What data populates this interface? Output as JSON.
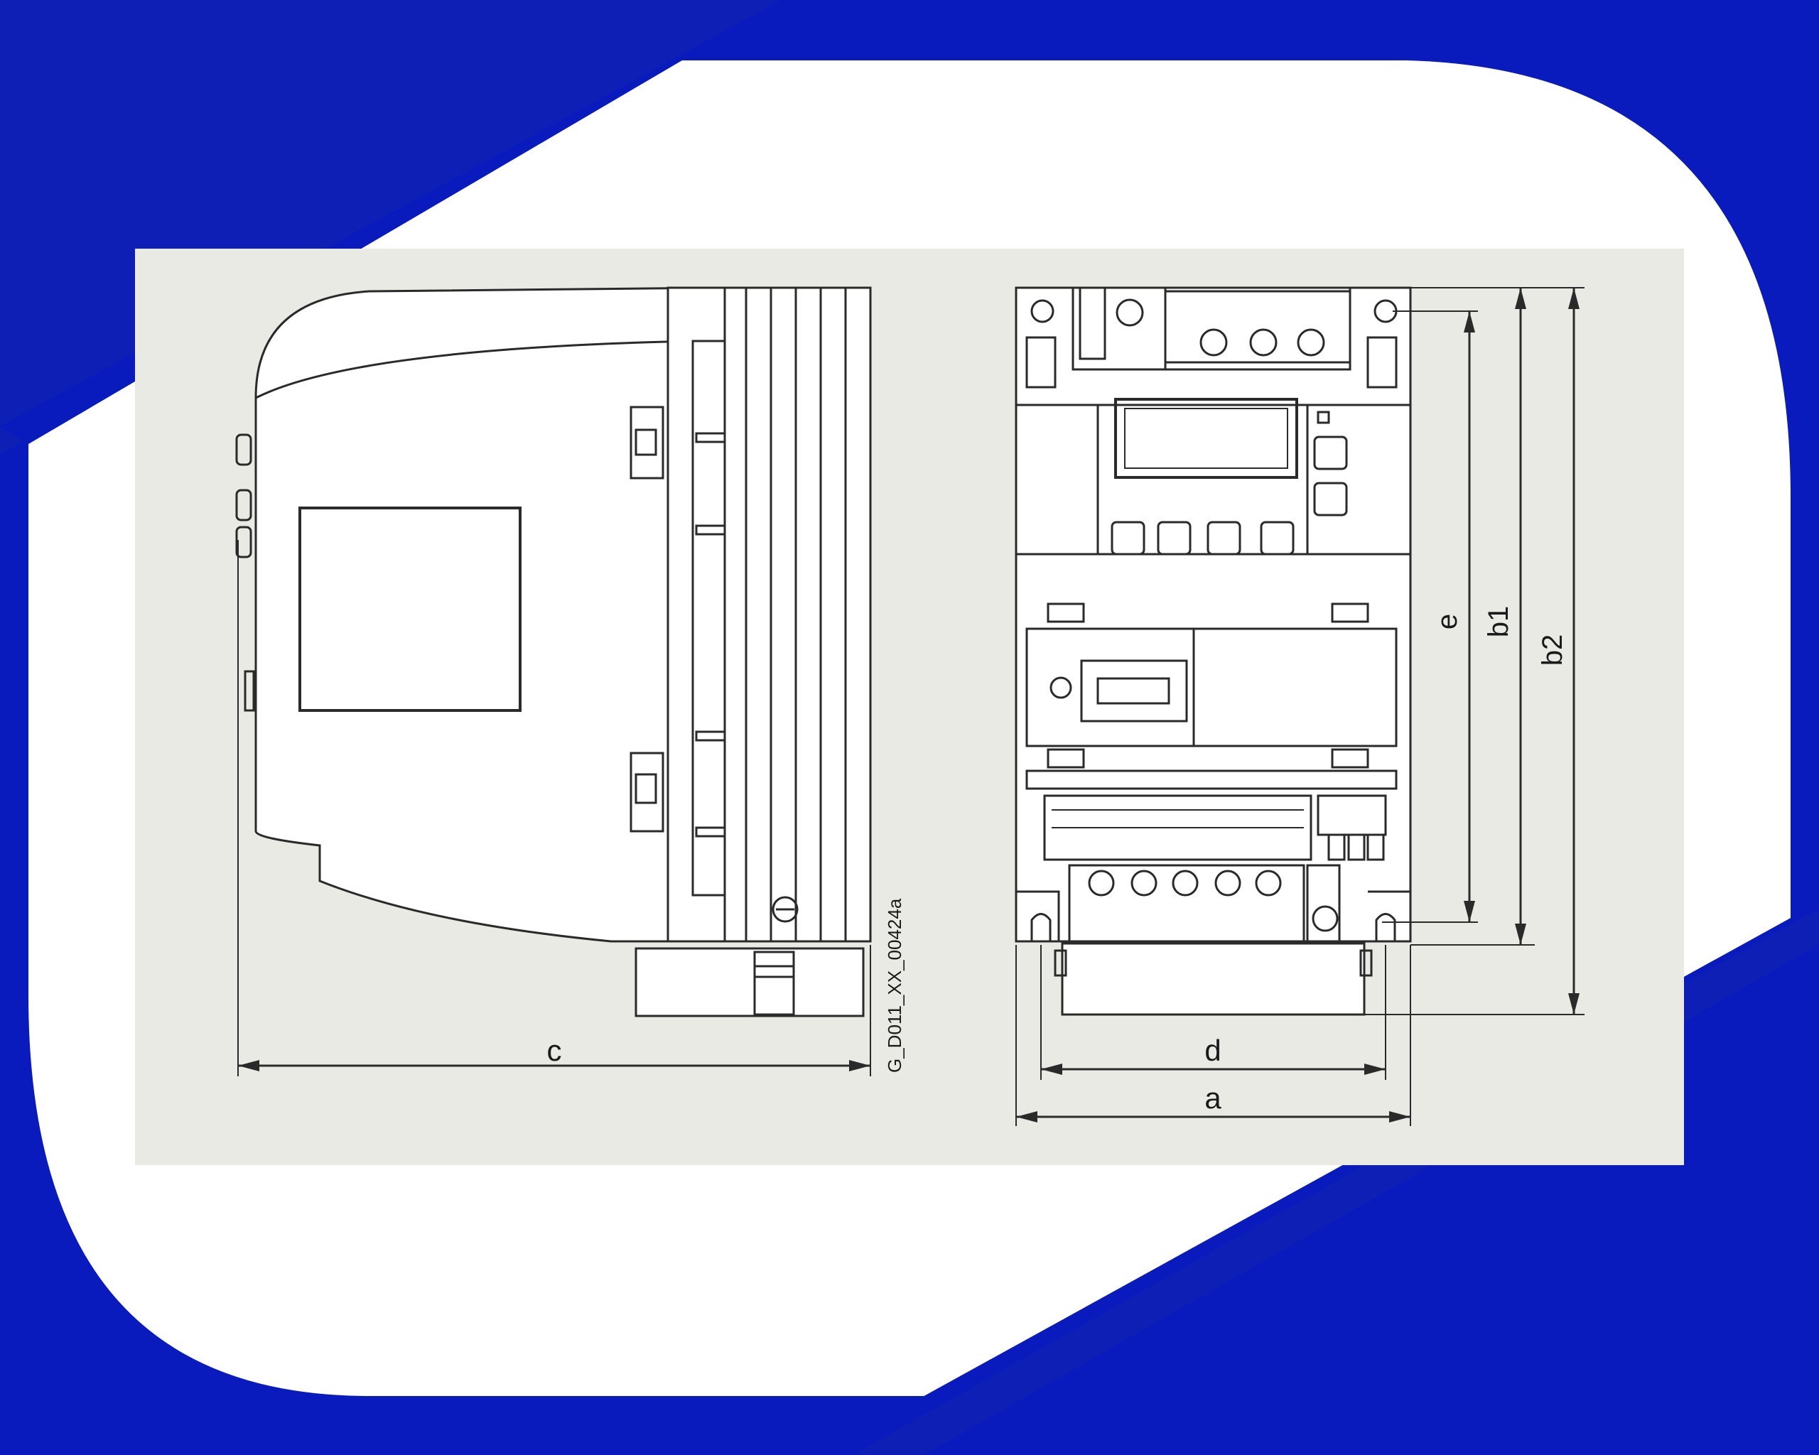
{
  "diagram": {
    "drawing_code": "G_D011_XX_00424a",
    "dimensions": {
      "width": "a",
      "mounting_width": "d",
      "depth": "c",
      "mounting_height": "e",
      "height_1": "b1",
      "height_2": "b2"
    }
  },
  "colors": {
    "background": "#0a1bbd",
    "card": "#ffffff",
    "drawing_area": "#eaeae4",
    "line": "#2a2a2a"
  }
}
